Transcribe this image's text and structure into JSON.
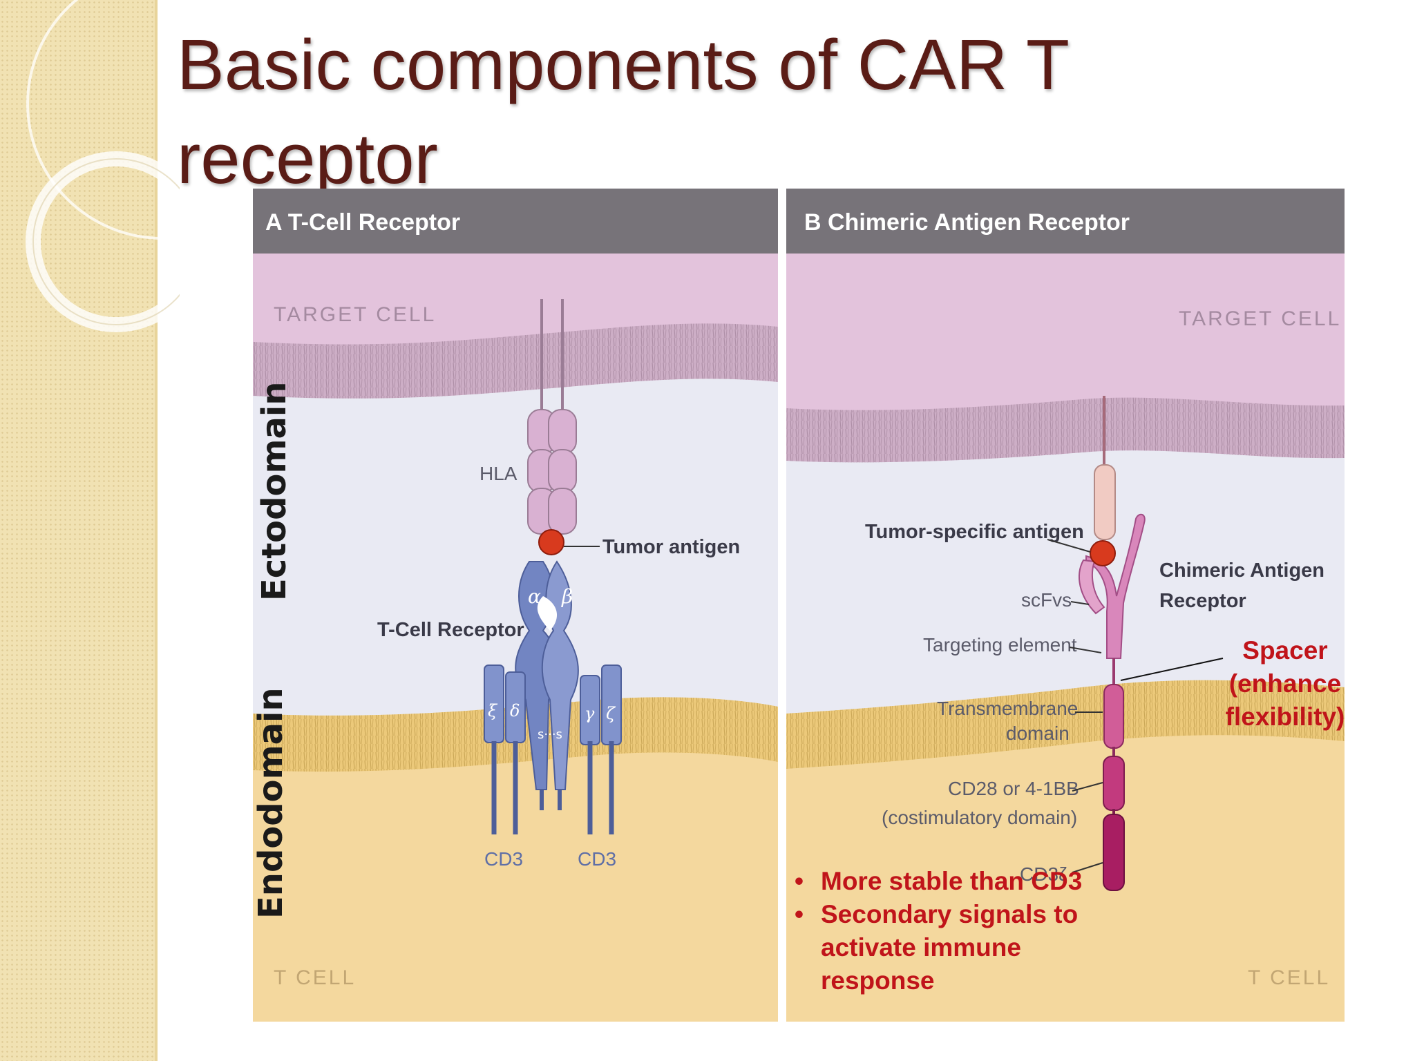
{
  "slide": {
    "title_line1": "Basic components of CAR T",
    "title_line2": "receptor"
  },
  "panel_a": {
    "header": "A  T-Cell Receptor",
    "target_cell": "TARGET CELL",
    "t_cell": "T CELL",
    "hla": "HLA",
    "tumor_antigen": "Tumor antigen",
    "tcr": "T-Cell Receptor",
    "alpha": "α",
    "beta": "β",
    "xi": "ξ",
    "delta": "δ",
    "gamma": "γ",
    "zeta": "ζ",
    "disulfide": "s···s",
    "cd3_left": "CD3",
    "cd3_right": "CD3"
  },
  "panel_b": {
    "header": "B  Chimeric Antigen Receptor",
    "target_cell": "TARGET CELL",
    "t_cell": "T CELL",
    "tumor_specific_antigen": "Tumor-specific antigen",
    "scfvs": "scFvs",
    "targeting_element": "Targeting element",
    "transmembrane_line1": "Transmembrane",
    "transmembrane_line2": "domain",
    "costim_line1": "CD28 or 4-1BB",
    "costim_line2": "(costimulatory domain)",
    "cd3z": "CD3ζ",
    "car_line1": "Chimeric Antigen",
    "car_line2": "Receptor"
  },
  "annotations": {
    "ectodomain": "Ectodomain",
    "endodomain": "Endodomain",
    "spacer_line1": "Spacer",
    "spacer_line2": "(enhance",
    "spacer_line3": "flexibility)",
    "bullets": [
      "More stable than CD3",
      "Secondary signals to activate immune response"
    ]
  },
  "colors": {
    "title": "#5a1c16",
    "annotation_red": "#c0141a",
    "panel_header_bg": "#777379",
    "target_cell_bg": "#e3c3dc",
    "t_cell_bg": "#f4d89e",
    "tcr_blue": "#7285c2",
    "car_pink": "#c8669a",
    "antigen_red": "#d83a1e"
  }
}
